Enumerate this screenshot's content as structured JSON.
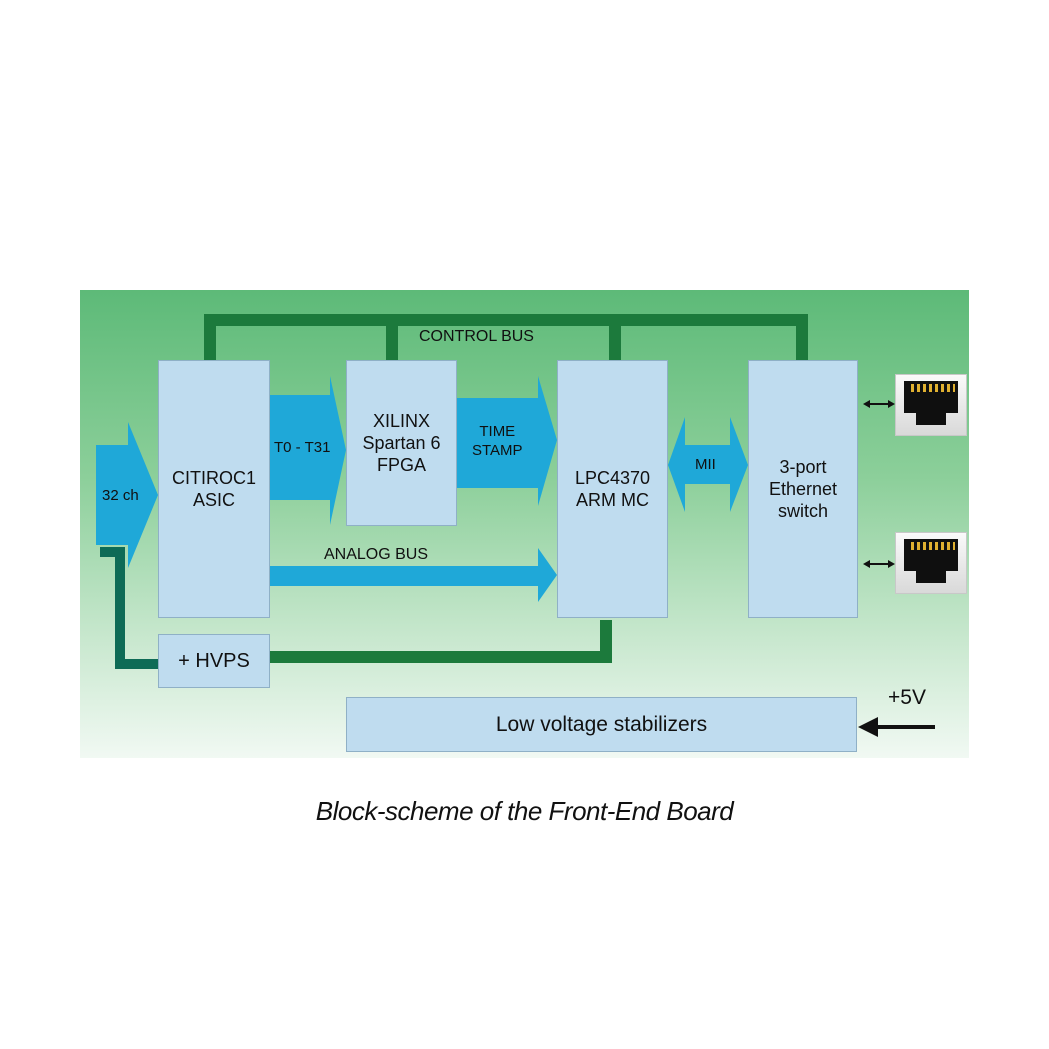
{
  "diagram": {
    "bus_labels": {
      "control": "CONTROL BUS",
      "analog": "ANALOG BUS"
    },
    "arrow_labels": {
      "input": "32 ch",
      "triggers": "T0 - T31",
      "timestamp_line1": "TIME",
      "timestamp_line2": "STAMP",
      "mii": "MII"
    },
    "blocks": {
      "asic": {
        "line1": "CITIROC1",
        "line2": "ASIC"
      },
      "fpga": {
        "line1": "XILINX",
        "line2": "Spartan 6",
        "line3": "FPGA"
      },
      "mcu": {
        "line1": "LPC4370",
        "line2": "ARM MC"
      },
      "switch": {
        "line1": "3-port",
        "line2": "Ethernet",
        "line3": "switch"
      },
      "hvps": {
        "label": "+ HVPS"
      },
      "lv": {
        "label": "Low voltage stabilizers"
      }
    },
    "power_input": "+5V",
    "connectors": [
      "ethernet-port-icon",
      "ethernet-port-icon"
    ],
    "colors": {
      "block_fill": "#bfdcef",
      "arrow_fill": "#1fa8d8",
      "bus_green": "#1c7a3c",
      "hv_line": "#0e6b56"
    }
  },
  "caption": "Block-scheme of the Front-End Board"
}
